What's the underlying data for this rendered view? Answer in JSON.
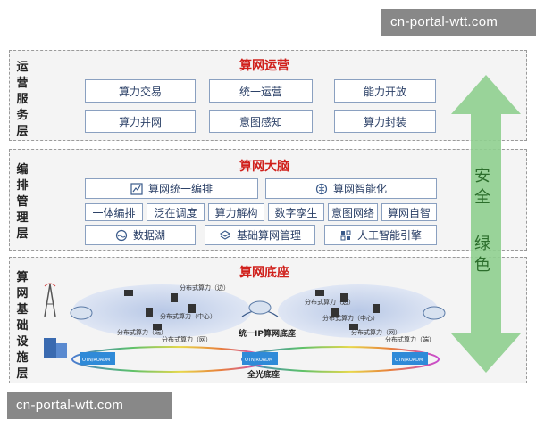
{
  "watermark": {
    "text": "cn-portal-wtt.com"
  },
  "ops_layer": {
    "label": "运营服务层",
    "title": "算网运营",
    "boxes": [
      "算力交易",
      "统一运营",
      "能力开放",
      "算力并网",
      "意图感知",
      "算力封装"
    ]
  },
  "brain_layer": {
    "label": "编排管理层",
    "title": "算网大脑",
    "row1": [
      "算网统一编排",
      "算网智能化"
    ],
    "row2": [
      "一体编排",
      "泛在调度",
      "算力解构",
      "数字孪生",
      "意图网络",
      "算网自智"
    ],
    "row3": [
      "数据湖",
      "基础算网管理",
      "人工智能引擎"
    ]
  },
  "infra_layer": {
    "label": "算网基础设施层",
    "title": "算网底座",
    "ip_label": "统一IP算网底座",
    "optical_label": "全光底座",
    "node_edge": "分布式算力（边）",
    "node_center": "分布式算力（中心）",
    "node_edge2": "分布式算力（端）",
    "node_net": "分布式算力（网）",
    "device_label": "OTN/ROADM"
  },
  "security": {
    "line1": "安全",
    "line2": "绿色"
  },
  "colors": {
    "title_red": "#d0201b",
    "arrow_green": "#7fc47f",
    "box_border": "#8aa0c0"
  }
}
